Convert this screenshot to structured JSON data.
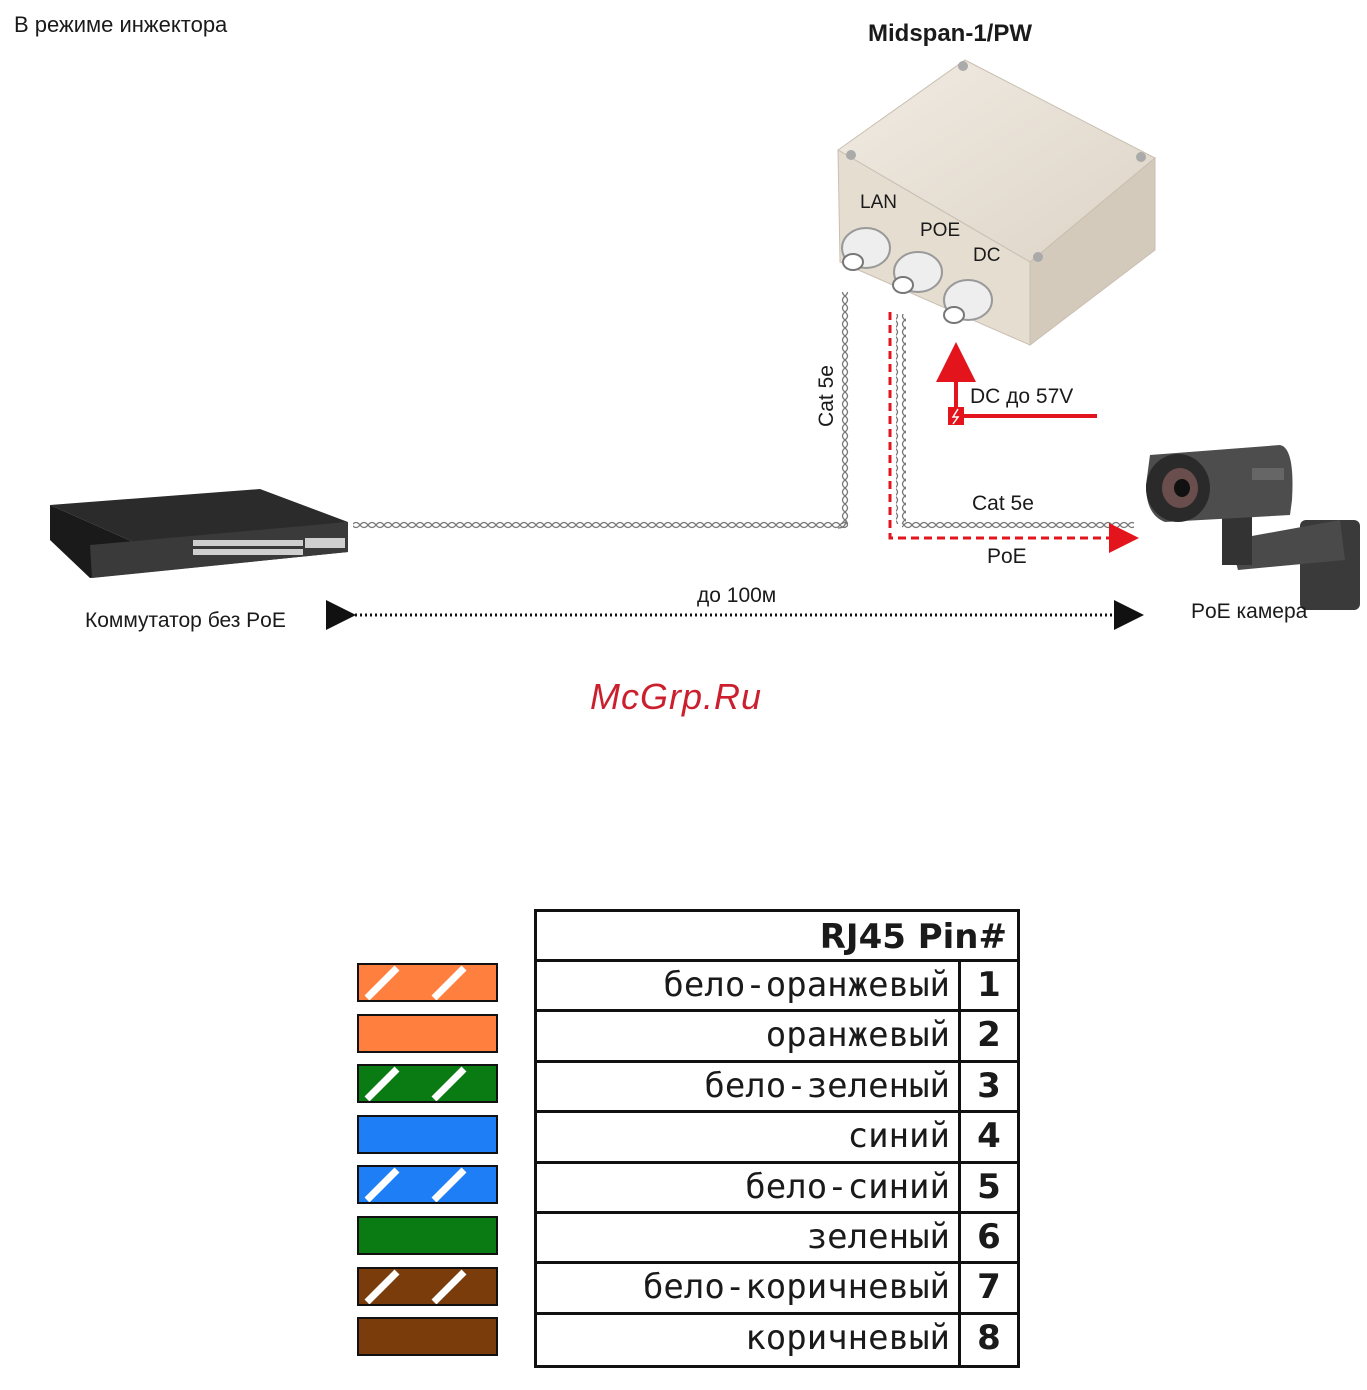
{
  "diagram": {
    "mode_title": "В режиме инжектора",
    "device_title": "Midspan-1/PW",
    "ports": {
      "lan": "LAN",
      "poe": "POE",
      "dc": "DC"
    },
    "cable_vertical": "Cat 5e",
    "cable_horizontal": "Cat 5e",
    "dc_label": "DC до 57V",
    "poe_label": "PoE",
    "distance_label": "до 100м",
    "switch_label": "Коммутатор без PoE",
    "camera_label": "PoE камера",
    "watermark": "McGrp.Ru"
  },
  "pinout": {
    "header": "RJ45  Pin#",
    "rows": [
      {
        "name": "бело-оранжевый",
        "pin": "1",
        "color": "#ff7f3f",
        "striped": true
      },
      {
        "name": "оранжевый",
        "pin": "2",
        "color": "#ff7f3f",
        "striped": false
      },
      {
        "name": "бело-зеленый",
        "pin": "3",
        "color": "#0a7a12",
        "striped": true
      },
      {
        "name": "синий",
        "pin": "4",
        "color": "#1e7ef5",
        "striped": false
      },
      {
        "name": "бело-синий",
        "pin": "5",
        "color": "#1e7ef5",
        "striped": true
      },
      {
        "name": "зеленый",
        "pin": "6",
        "color": "#0a7a12",
        "striped": false
      },
      {
        "name": "бело-коричневый",
        "pin": "7",
        "color": "#7b3c0c",
        "striped": true
      },
      {
        "name": "коричневый",
        "pin": "8",
        "color": "#7b3c0c",
        "striped": false
      }
    ]
  }
}
